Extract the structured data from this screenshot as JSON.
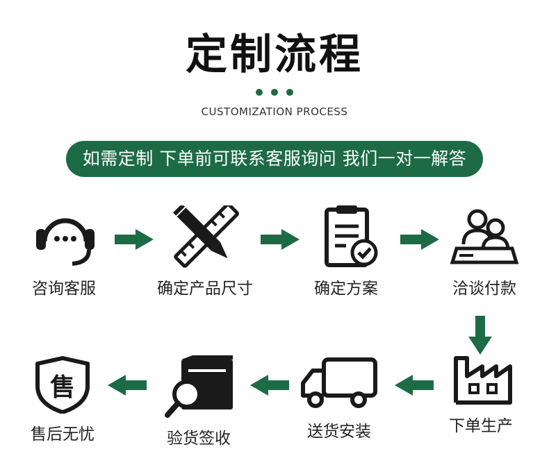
{
  "header": {
    "title": "定制流程",
    "subtitle": "CUSTOMIZATION PROCESS",
    "banner": "如需定制 下单前可联系客服询问 我们一对一解答"
  },
  "colors": {
    "accent": "#1d6b45",
    "icon": "#1a1a1a"
  },
  "steps": [
    {
      "label": "咨询客服",
      "icon": "headset-icon"
    },
    {
      "label": "确定产品尺寸",
      "icon": "pencil-ruler-icon"
    },
    {
      "label": "确定方案",
      "icon": "clipboard-check-icon"
    },
    {
      "label": "洽谈付款",
      "icon": "meeting-icon"
    },
    {
      "label": "下单生产",
      "icon": "factory-icon"
    },
    {
      "label": "送货安装",
      "icon": "truck-icon"
    },
    {
      "label": "验货签收",
      "icon": "inspect-box-icon"
    },
    {
      "label": "售后无忧",
      "icon": "after-sales-shield-icon"
    }
  ],
  "after_sales_glyph": "售"
}
